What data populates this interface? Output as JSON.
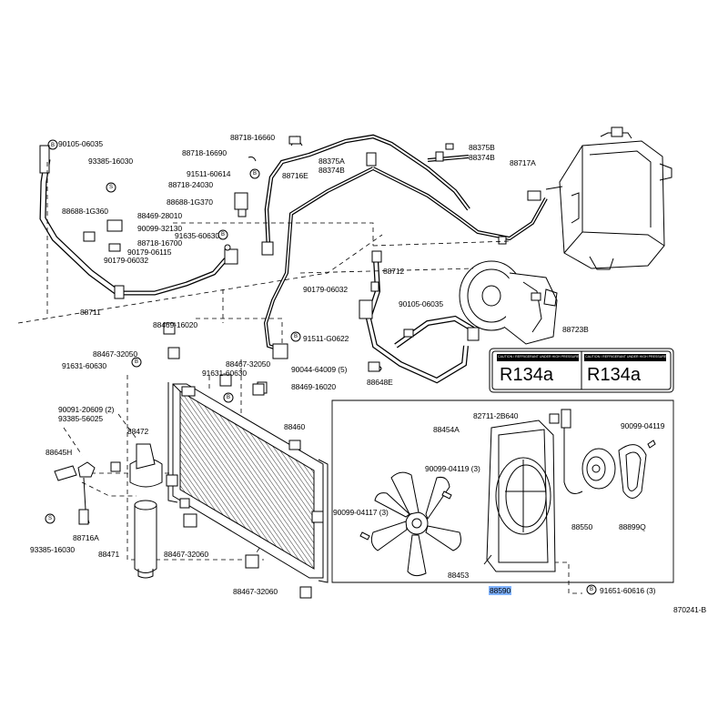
{
  "labels": {
    "p90105_06035_a": "90105-06035",
    "p93385_16030_a": "93385-16030",
    "p88688_1g360": "88688-1G360",
    "p88469_28010": "88469-28010",
    "p90099_32130": "90099-32130",
    "p88718_16700": "88718-16700",
    "p91635_60630": "91635-60630",
    "p90179_06115": "90179-06115",
    "p90179_06032_a": "90179-06032",
    "p88711": "88711",
    "p88718_16660": "88718-16660",
    "p88718_16690": "88718-16690",
    "p91511_60614": "91511-60614",
    "p88718_24030": "88718-24030",
    "p88688_1g370": "88688-1G370",
    "p88716e": "88716E",
    "p88375a": "88375A",
    "p88374b_a": "88374B",
    "p88375b": "88375B",
    "p88374b_b": "88374B",
    "p88717a": "88717A",
    "p88712": "88712",
    "p90179_06032_b": "90179-06032",
    "p90105_06035_b": "90105-06035",
    "p88723b": "88723B",
    "p88469_16020_a": "88469-16020",
    "p88467_32050_a": "88467-32050",
    "p91631_60630_a": "91631-60630",
    "p91511_g0622": "91511-G0622",
    "p88467_32050_b": "88467-32050",
    "p91631_60630_b": "91631-60630",
    "p90044_64009": "90044-64009 (5)",
    "p88648e": "88648E",
    "p88469_16020_b": "88469-16020",
    "p90091_20609": "90091-20609 (2)",
    "p93385_56025": "93385-56025",
    "p88472": "88472",
    "p88460": "88460",
    "p88645h": "88645H",
    "p88716a": "88716A",
    "p93385_16030_b": "93385-16030",
    "p88471": "88471",
    "p88467_32060_a": "88467-32060",
    "p88467_32060_b": "88467-32060",
    "p88454a": "88454A",
    "p82711_2b640": "82711-2B640",
    "p90099_04119_a": "90099-04119",
    "p90099_04119_b": "90099-04119 (3)",
    "p90099_04117": "90099-04117 (3)",
    "p88550": "88550",
    "p88899q": "88899Q",
    "p88453": "88453",
    "p88590": "88590",
    "p91651_60616": "91651-60616 (3)",
    "p870241b": "870241-B"
  },
  "decal": {
    "text_left": "R134a",
    "text_right": "R134a",
    "fine_print": "CAUTION / REFRIGERANT UNDER HIGH PRESSURE"
  },
  "markers": {
    "bolt": "B",
    "screw": "S"
  },
  "colors": {
    "line": "#000000",
    "highlight": "#7fb2ff"
  }
}
